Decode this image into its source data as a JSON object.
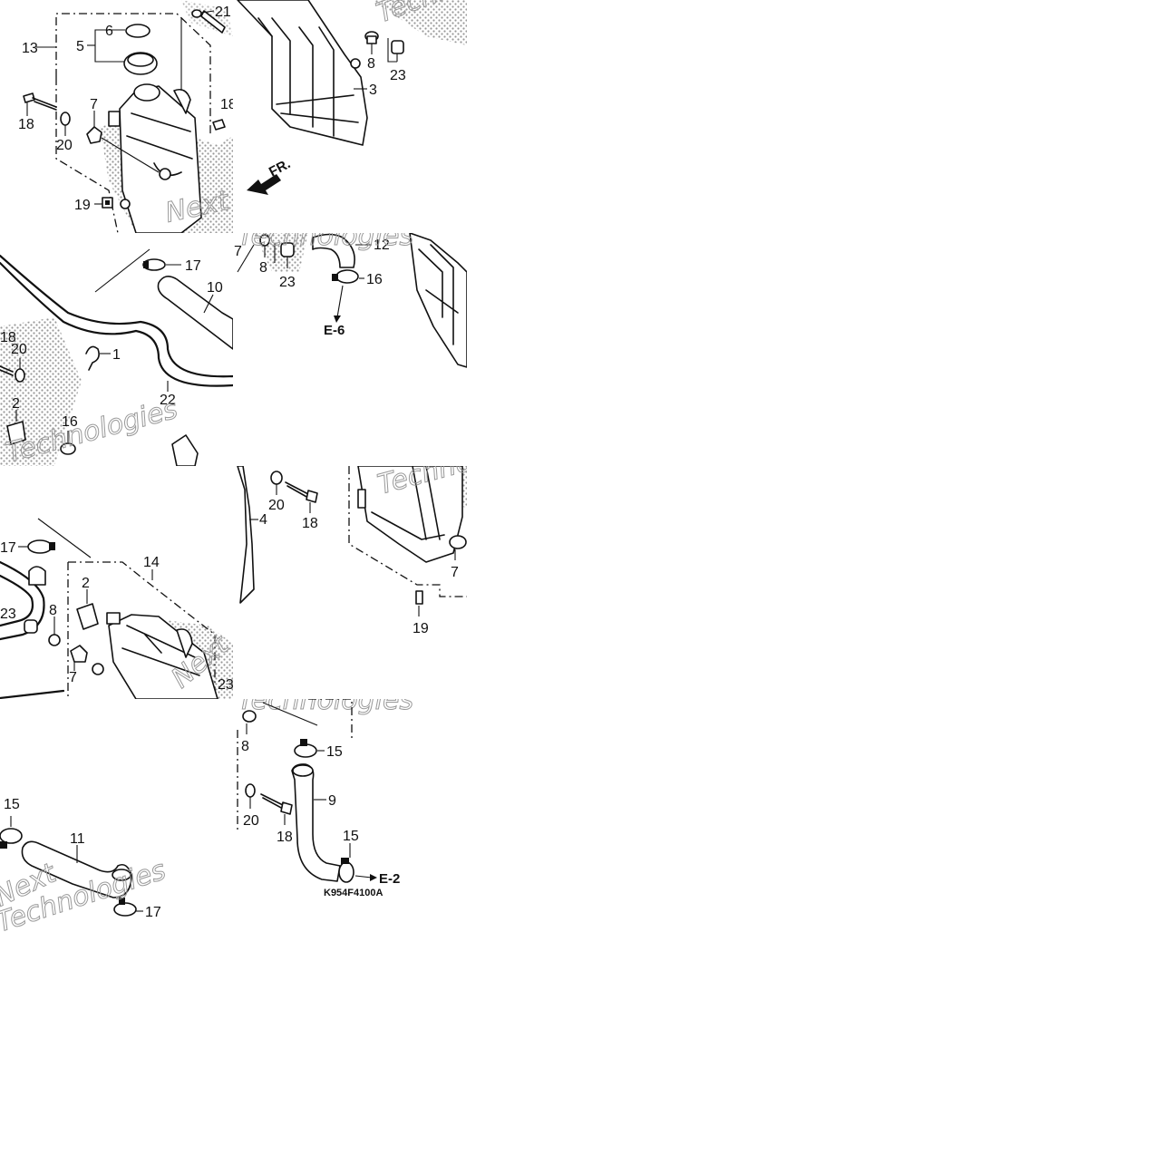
{
  "diagram": {
    "code": "K954F4100A",
    "front_label": "FR.",
    "refs": {
      "e6": "E-6",
      "e2": "E-2"
    },
    "watermark": {
      "word1": "Next",
      "word2": "Technologies"
    },
    "labels": {
      "p1": "1",
      "p2": "2",
      "p3": "3",
      "p4": "4",
      "p5": "5",
      "p6": "6",
      "p7": "7",
      "p8": "8",
      "p9": "9",
      "p10": "10",
      "p11": "11",
      "p12": "12",
      "p13": "13",
      "p14": "14",
      "p15": "15",
      "p16": "16",
      "p17": "17",
      "p18": "18",
      "p19": "19",
      "p20": "20",
      "p21": "21",
      "p22": "22",
      "p23": "23"
    }
  }
}
